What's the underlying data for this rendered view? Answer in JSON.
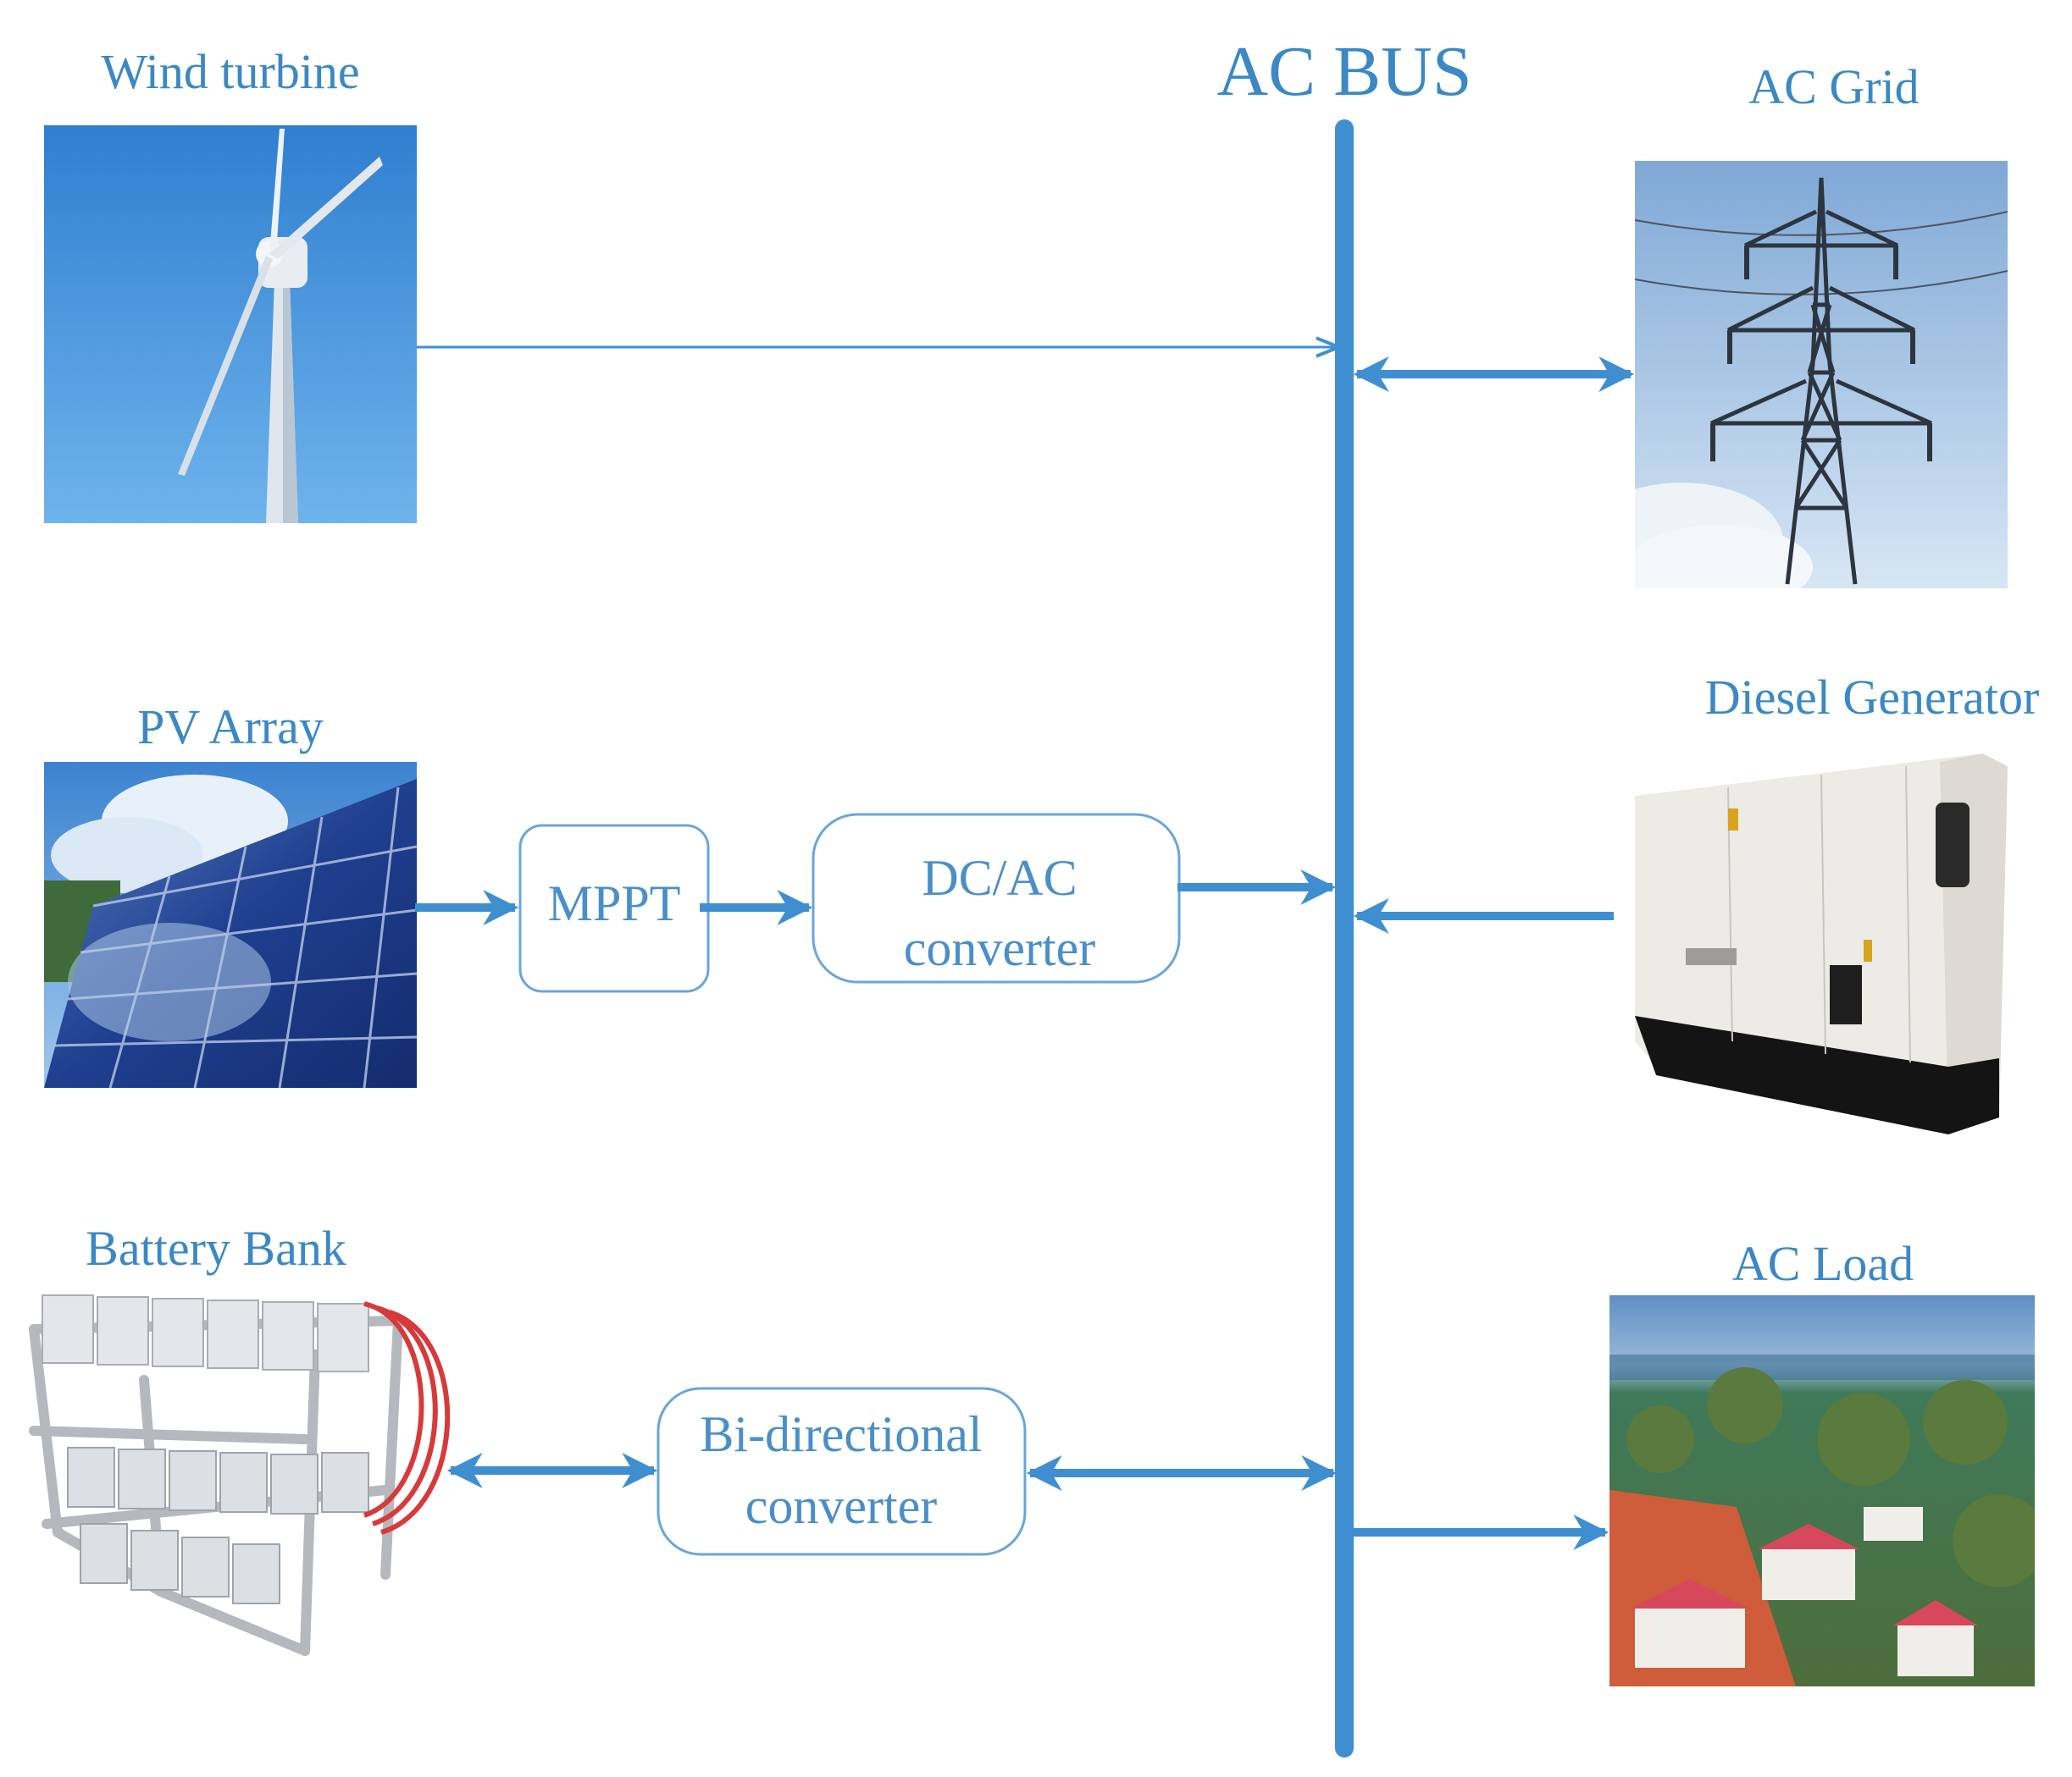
{
  "diagram": {
    "bus_label": "AC BUS",
    "components": {
      "wind_turbine": "Wind turbine",
      "pv_array": "PV Array",
      "battery_bank": "Battery Bank",
      "ac_grid": "AC Grid",
      "diesel_generator": "Diesel Generator",
      "ac_load": "AC Load"
    },
    "blocks": {
      "mppt": "MPPT",
      "dcac_line1": "DC/AC",
      "dcac_line2": "converter",
      "bidir_line1": "Bi-directional",
      "bidir_line2": "converter"
    }
  },
  "colors": {
    "accent": "#3b88c4",
    "line": "#3f8fd0",
    "box_border": "#6aa6d8"
  }
}
